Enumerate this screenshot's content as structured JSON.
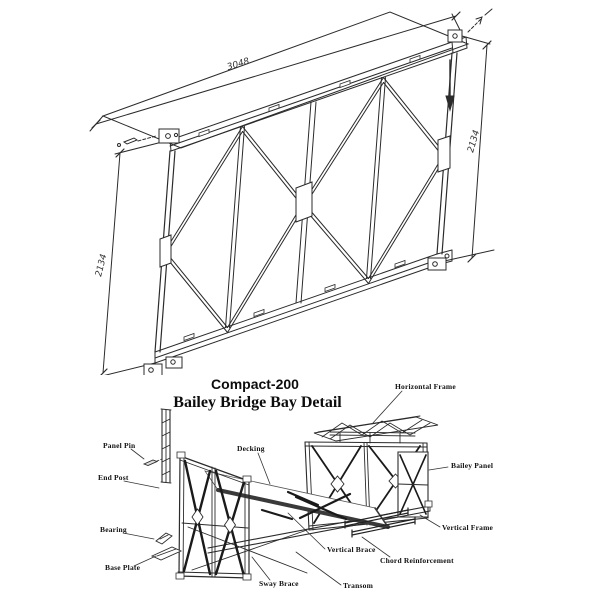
{
  "titles": {
    "model": "Compact-200",
    "subtitle": "Bailey Bridge Bay Detail"
  },
  "upper": {
    "description": "isometric line drawing of a Bailey bridge panel with dimension lines",
    "dims": {
      "length": "3048",
      "height_left": "2134",
      "height_right": "2134"
    }
  },
  "lower": {
    "description": "exploded view of one Bailey bridge bay",
    "labels": {
      "panel_pin": "Panel Pin",
      "end_post": "End Post",
      "bearing": "Bearing",
      "base_plate": "Base Plate",
      "decking": "Decking",
      "sway_brace": "Sway Brace",
      "transom": "Transom",
      "vertical_brace": "Vertical Brace",
      "chord_reinforcement": "Chord Reinforcement",
      "vertical_frame": "Vertical Frame",
      "bailey_panel": "Bailey Panel",
      "horizontal_frame": "Horizontal Frame"
    }
  },
  "colors": {
    "line": "#2b2b2b",
    "heavy_line": "#1a1a1a",
    "background": "#ffffff",
    "text": "#111111"
  }
}
